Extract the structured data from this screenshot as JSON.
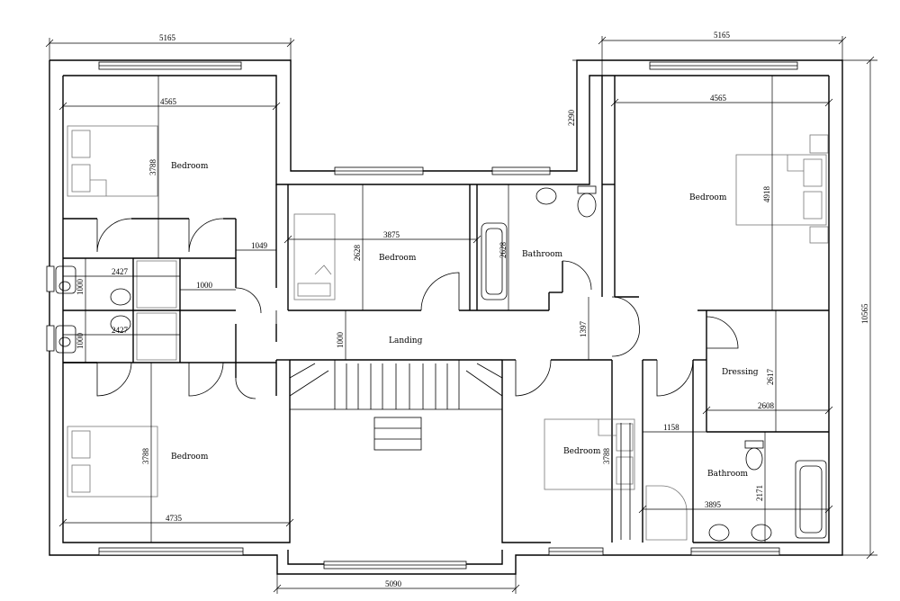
{
  "rooms": {
    "bedroom_top_left": "Bedroom",
    "bedroom_bottom_left": "Bedroom",
    "bedroom_center": "Bedroom",
    "bathroom_center": "Bathroom",
    "bedroom_top_right": "Bedroom",
    "dressing": "Dressing",
    "bedroom_bottom_mid": "Bedroom",
    "bathroom_bottom_right": "Bathroom",
    "landing": "Landing"
  },
  "dimensions": {
    "top_left_width": "5165",
    "top_right_width": "5165",
    "bottom_width": "5090",
    "overall_height": "10565",
    "right_offset": "2290",
    "bedroom_tl_width": "4565",
    "bedroom_tl_depth": "3788",
    "bedroom_tr_width": "4565",
    "bedroom_tr_depth": "4918",
    "ensuite_upper_width": "2427",
    "ensuite_upper_height": "1000",
    "ensuite_lower_width": "2427",
    "ensuite_lower_height": "1000",
    "shower_width": "1000",
    "hall_gap": "1049",
    "bedroom_center_width": "3875",
    "bedroom_center_depth": "2628",
    "bathroom_center_depth": "2628",
    "landing_depth": "1000",
    "hall_right_depth": "1397",
    "dressing_depth": "2617",
    "dressing_width": "2608",
    "dressing_gap": "1158",
    "bedroom_bl_depth": "3788",
    "bedroom_bl_width": "4735",
    "bedroom_bm_depth": "3788",
    "bathroom_br_depth": "2171",
    "bathroom_br_width": "3895"
  }
}
